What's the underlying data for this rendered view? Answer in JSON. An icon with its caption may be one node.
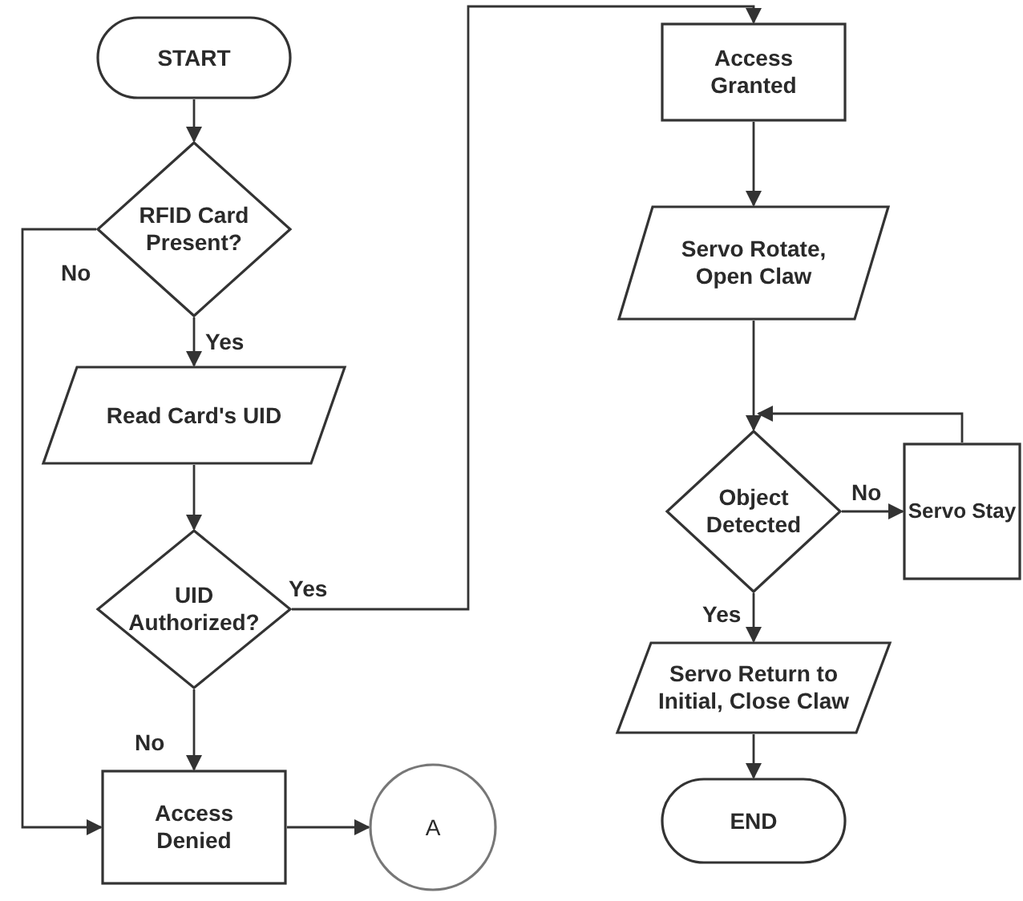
{
  "diagram": {
    "nodes": [
      {
        "text": [
          "START"
        ]
      },
      {
        "text": [
          "RFID Card Present?"
        ]
      },
      {
        "text": [
          "Read Card's UID"
        ]
      },
      {
        "text": [
          "UID Authorized?"
        ]
      },
      {
        "text": [
          "Access Denied"
        ]
      },
      {
        "text": [
          "A"
        ]
      },
      {
        "text": [
          "Access Granted"
        ]
      },
      {
        "text": [
          "Servo Rotate, Open Claw"
        ]
      },
      {
        "text": [
          "Object Detected"
        ]
      },
      {
        "text": [
          "Servo Stay"
        ]
      },
      {
        "text": [
          "Servo Return to Initial, Close Claw"
        ]
      },
      {
        "text": [
          "END"
        ]
      }
    ],
    "edges": [
      {
        "from": 0,
        "to": 1,
        "arrow": "to"
      },
      {
        "from": 1,
        "to": 2,
        "arrow": "to",
        "label": "Yes"
      },
      {
        "from": 1,
        "to": 4,
        "arrow": "to",
        "label": "No"
      },
      {
        "from": 2,
        "to": 3,
        "arrow": "to"
      },
      {
        "from": 3,
        "to": 4,
        "arrow": "to",
        "label": "No"
      },
      {
        "from": 3,
        "to": 6,
        "arrow": "to",
        "label": "Yes"
      },
      {
        "from": 4,
        "to": 5,
        "arrow": "to"
      },
      {
        "from": 6,
        "to": 7,
        "arrow": "to"
      },
      {
        "from": 7,
        "to": 8,
        "arrow": "to"
      },
      {
        "from": 8,
        "to": 9,
        "arrow": "to",
        "label": "No"
      },
      {
        "from": 9,
        "to": 8,
        "arrow": "to"
      },
      {
        "from": 8,
        "to": 10,
        "arrow": "to",
        "label": "Yes"
      },
      {
        "from": 10,
        "to": 11,
        "arrow": "to"
      }
    ]
  }
}
